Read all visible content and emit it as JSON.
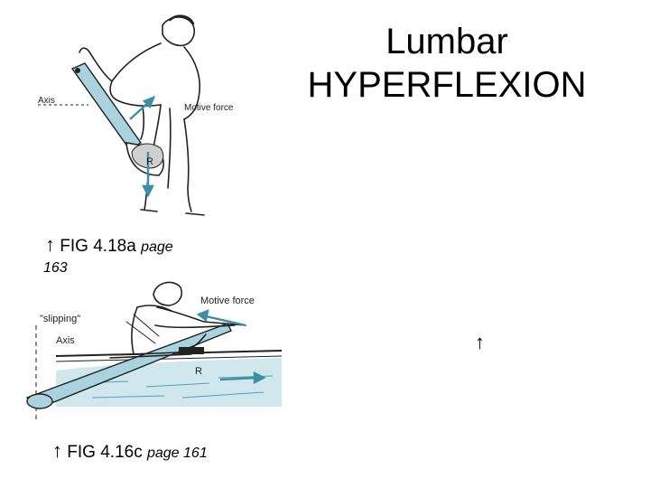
{
  "title": {
    "line1": "Lumbar",
    "line2": "HYPERFLEXION"
  },
  "figure_top": {
    "label_axis": "Axis",
    "label_force": "Motive force",
    "label_r": "R",
    "caption_arrow": "↑",
    "caption_main": "FIG 4.18a",
    "caption_page": "page",
    "caption_page_num": "163"
  },
  "figure_bottom": {
    "label_force": "Motive force",
    "label_slipping": "\"slipping\"",
    "label_axis": "Axis",
    "label_r": "R",
    "caption_arrow": "↑",
    "caption_main": "FIG 4.16c",
    "caption_page": "page 161"
  },
  "lone_arrow": "↑",
  "colors": {
    "teal": "#3b8fa6",
    "light_teal": "#a9d3df",
    "ink": "#222222"
  }
}
